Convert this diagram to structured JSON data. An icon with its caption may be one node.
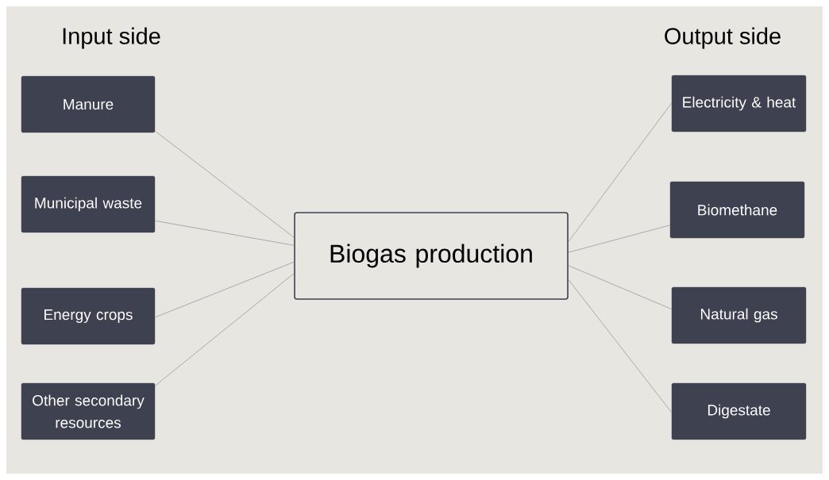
{
  "diagram": {
    "nodes": [
      {
        "text": [
          "Manure"
        ]
      },
      {
        "text": [
          "Municipal waste"
        ]
      },
      {
        "text": [
          "Energy crops"
        ]
      },
      {
        "text": [
          "Other secondary resources"
        ]
      },
      {
        "text": [
          "Biogas production"
        ]
      },
      {
        "text": [
          "Electricity & heat"
        ]
      },
      {
        "text": [
          "Biomethane"
        ]
      },
      {
        "text": [
          "Natural gas"
        ]
      },
      {
        "text": [
          "Digestate"
        ]
      }
    ],
    "edges": [
      {
        "from": 0,
        "to": 4,
        "arrow": "none"
      },
      {
        "from": 1,
        "to": 4,
        "arrow": "none"
      },
      {
        "from": 2,
        "to": 4,
        "arrow": "none"
      },
      {
        "from": 3,
        "to": 4,
        "arrow": "none"
      },
      {
        "from": 4,
        "to": 5,
        "arrow": "none"
      },
      {
        "from": 4,
        "to": 6,
        "arrow": "none"
      },
      {
        "from": 4,
        "to": 7,
        "arrow": "none"
      },
      {
        "from": 4,
        "to": 8,
        "arrow": "none"
      }
    ],
    "labels": [
      "Input side",
      "Output side"
    ]
  }
}
